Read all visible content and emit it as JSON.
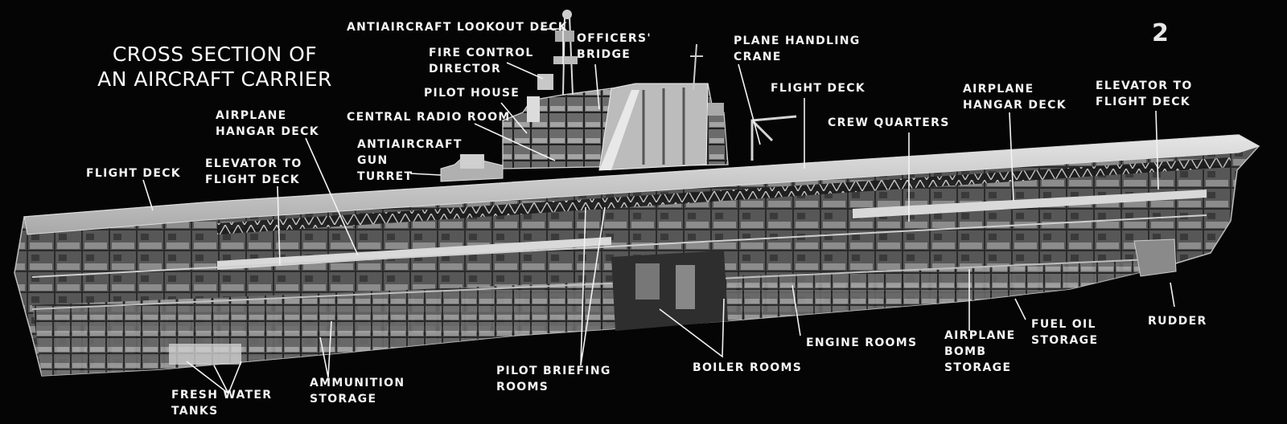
{
  "title": {
    "line1": "CROSS SECTION OF",
    "line2": "AN AIRCRAFT CARRIER"
  },
  "page_mark": "2",
  "labels": {
    "flight_deck_left": [
      "FLIGHT DECK"
    ],
    "airplane_hangar_deck_left": [
      "AIRPLANE",
      "HANGAR DECK"
    ],
    "elevator_left": [
      "ELEVATOR TO",
      "FLIGHT DECK"
    ],
    "antiaircraft_gun_turret": [
      "ANTIAIRCRAFT",
      "GUN",
      "TURRET"
    ],
    "central_radio_room": [
      "CENTRAL RADIO ROOM"
    ],
    "pilot_house": [
      "PILOT HOUSE"
    ],
    "fire_control_director": [
      "FIRE CONTROL",
      "DIRECTOR"
    ],
    "antiaircraft_lookout_deck": [
      "ANTIAIRCRAFT LOOKOUT DECK"
    ],
    "officers_bridge": [
      "OFFICERS'",
      "BRIDGE"
    ],
    "plane_handling_crane": [
      "PLANE HANDLING",
      "CRANE"
    ],
    "flight_deck_center": [
      "FLIGHT DECK"
    ],
    "crew_quarters": [
      "CREW QUARTERS"
    ],
    "airplane_hangar_deck_right": [
      "AIRPLANE",
      "HANGAR DECK"
    ],
    "elevator_right": [
      "ELEVATOR TO",
      "FLIGHT DECK"
    ],
    "rudder": [
      "RUDDER"
    ],
    "fuel_oil_storage": [
      "FUEL OIL",
      "STORAGE"
    ],
    "airplane_bomb_storage": [
      "AIRPLANE",
      "BOMB",
      "STORAGE"
    ],
    "engine_rooms": [
      "ENGINE ROOMS"
    ],
    "boiler_rooms": [
      "BOILER ROOMS"
    ],
    "pilot_briefing_rooms": [
      "PILOT BRIEFING",
      "ROOMS"
    ],
    "ammunition_storage": [
      "AMMUNITION",
      "STORAGE"
    ],
    "fresh_water_tanks": [
      "FRESH WATER",
      "TANKS"
    ]
  }
}
